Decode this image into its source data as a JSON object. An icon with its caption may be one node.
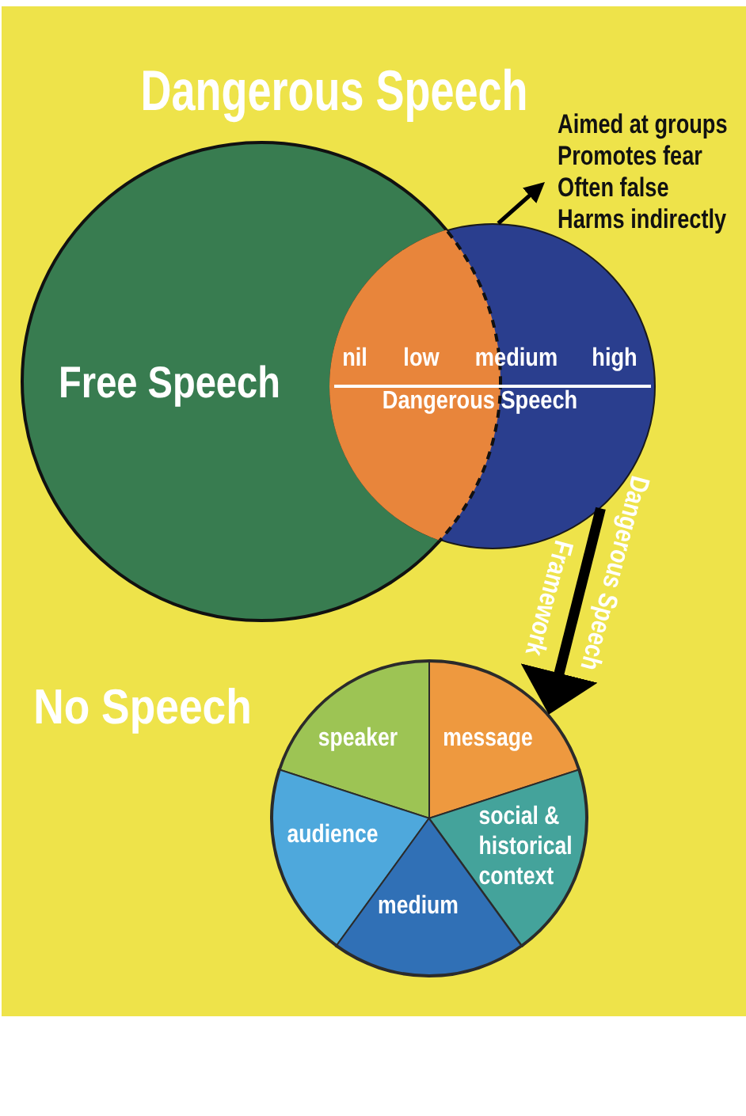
{
  "diagram": {
    "title": "Dangerous Speech",
    "nodes": [
      {
        "text": [
          "Free Speech"
        ]
      },
      {
        "text": [
          "nil",
          "low",
          "medium",
          "high",
          "Dangerous Speech"
        ]
      },
      {
        "text": [
          "Aimed at groups",
          "Promotes fear",
          "Often false",
          "Harms indirectly"
        ]
      },
      {
        "text": [],
        "shape": "circle"
      },
      {
        "text": [
          "speaker"
        ],
        "in": 3
      },
      {
        "text": [
          "message"
        ],
        "in": 3
      },
      {
        "text": [
          "audience"
        ],
        "in": 3
      },
      {
        "text": [
          "social & historical context"
        ],
        "in": 3
      },
      {
        "text": [
          "medium"
        ],
        "in": 3
      }
    ],
    "edges": [
      {
        "from": 1,
        "to": 2,
        "arrow": "to"
      },
      {
        "from": 1,
        "to": 3,
        "arrow": "to",
        "label": "Dangerous Speech Framework",
        "style": "thick"
      }
    ],
    "labels": [
      "No Speech"
    ]
  }
}
